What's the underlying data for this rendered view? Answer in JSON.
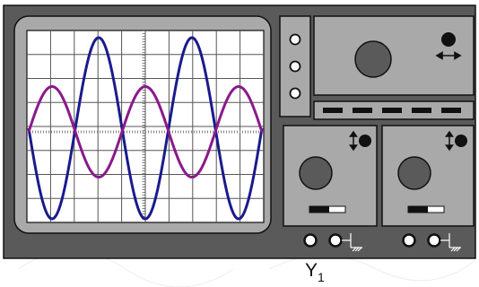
{
  "colors": {
    "case": "#5a5a5a",
    "panel": "#a9a9a9",
    "screen": "#ffffff",
    "grid": "#555555",
    "wave_blue": "#1a1a8c",
    "wave_purple": "#8a1a8a",
    "knob": "#5a5a5a",
    "outline": "#111111"
  },
  "icons": {
    "horizontal_position": "left-right-arrow-icon",
    "vertical_position": "up-down-arrow-icon",
    "ground": "ground-symbol-icon"
  },
  "input_label": {
    "letter": "Y",
    "subscript": "1"
  },
  "waveforms": [
    {
      "name": "",
      "color": "blue",
      "periods_visible": 2.5,
      "relative_amplitude": 1.0
    },
    {
      "name": "",
      "color": "purple",
      "periods_visible": 2.5,
      "relative_amplitude": 0.5
    }
  ]
}
